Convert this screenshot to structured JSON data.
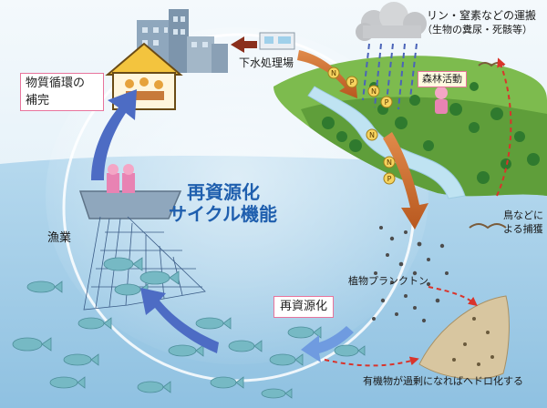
{
  "center_title": {
    "line1": "再資源化",
    "line2": "サイクル機能"
  },
  "labels": {
    "material_cycle_1": "物質循環の",
    "material_cycle_2": "補完",
    "sewage_plant": "下水処理場",
    "transport_1": "リン・窒素などの運搬",
    "transport_2": "（生物の糞尿・死骸等）",
    "forest": "森林活動",
    "bird_1": "鳥などに",
    "bird_2": "よる捕獲",
    "fishery": "漁業",
    "plankton": "植物プランクトン",
    "recycling": "再資源化",
    "hedoro": "有機物が過剰になればヘドロ化する"
  },
  "nutrients": [
    "N",
    "P"
  ],
  "colors": {
    "sea": "#a9d1ea",
    "sky": "#dfeef7",
    "land": "#7dbb4e",
    "cycle_arrow": "#4d6cc4",
    "river": "#bfe3f2",
    "nutrient_arrow": "#c9682e",
    "dashed_arrow": "#d9342b",
    "box_border": "#e8749c",
    "title": "#1f5fae"
  }
}
